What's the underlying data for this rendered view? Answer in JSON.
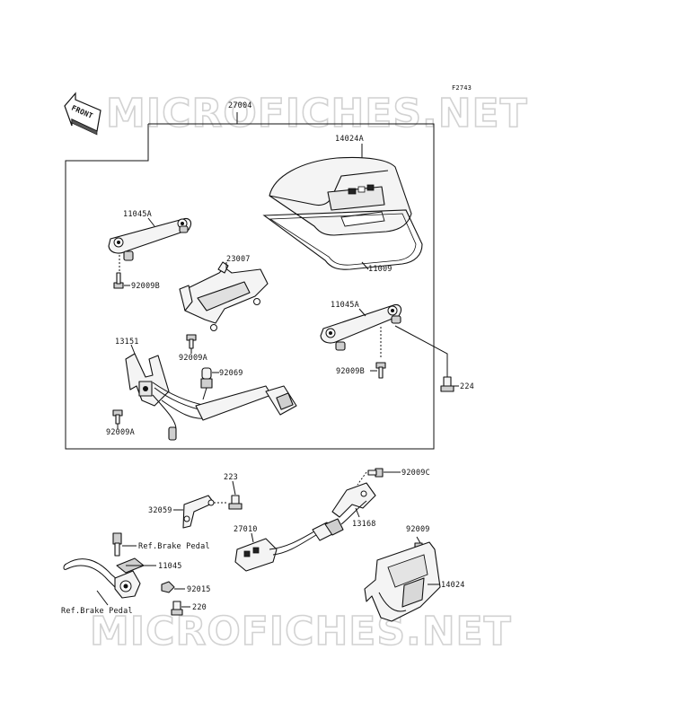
{
  "diagram": {
    "figure_code": "F2743",
    "watermark": "MICROFICHES.NET",
    "front_label": "FRONT",
    "labels": {
      "p27004": "27004",
      "p14024A": "14024A",
      "p11045A_top": "11045A",
      "p11009": "11009",
      "p23007": "23007",
      "p92009B_left": "92009B",
      "p11045A_right": "11045A",
      "p13151": "13151",
      "p92069": "92069",
      "p92009A_mid": "92009A",
      "p92009B_right": "92009B",
      "p224": "224",
      "p92009A_low": "92009A",
      "p223": "223",
      "p92009C": "92009C",
      "p32059": "32059",
      "p13168": "13168",
      "p27010": "27010",
      "p92009": "92009",
      "ref_brake_pedal_1": "Ref.Brake Pedal",
      "p11045": "11045",
      "p92015": "92015",
      "p14024": "14024",
      "ref_brake_pedal_2": "Ref.Brake Pedal",
      "p220": "220"
    }
  }
}
